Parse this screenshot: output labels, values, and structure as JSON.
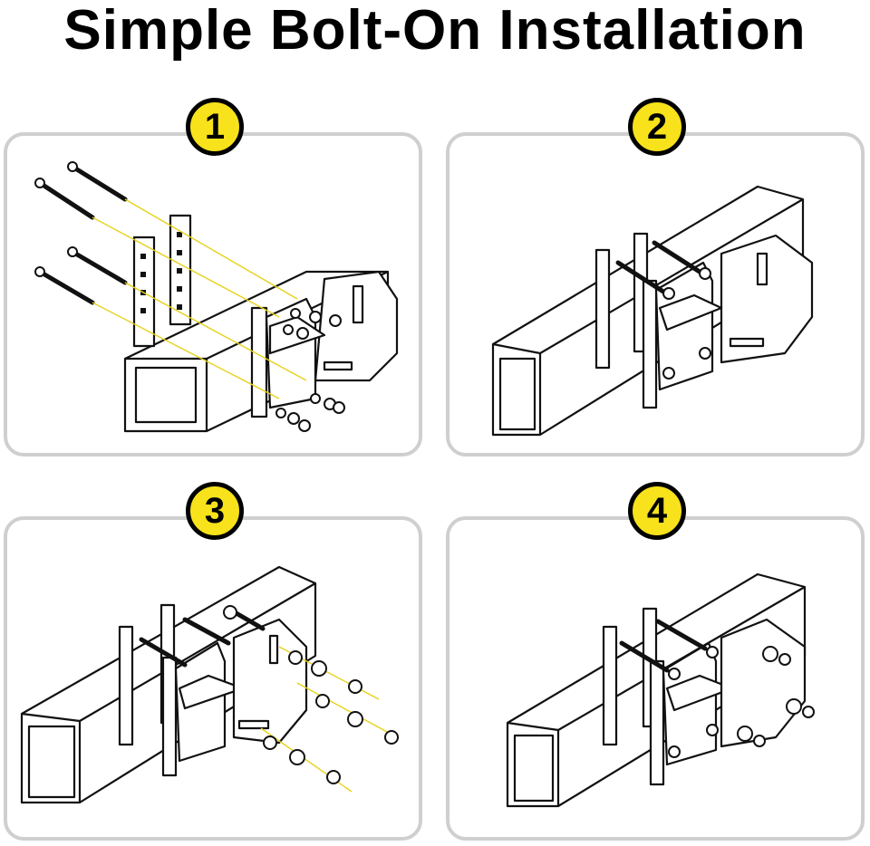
{
  "title": "Simple Bolt-On Installation",
  "steps": [
    {
      "number": "1"
    },
    {
      "number": "2"
    },
    {
      "number": "3"
    },
    {
      "number": "4"
    }
  ],
  "colors": {
    "badge_fill": "#f7e21b",
    "panel_border": "#cfcfcf",
    "guide_line": "#e6d21a",
    "line_art": "#111111"
  }
}
